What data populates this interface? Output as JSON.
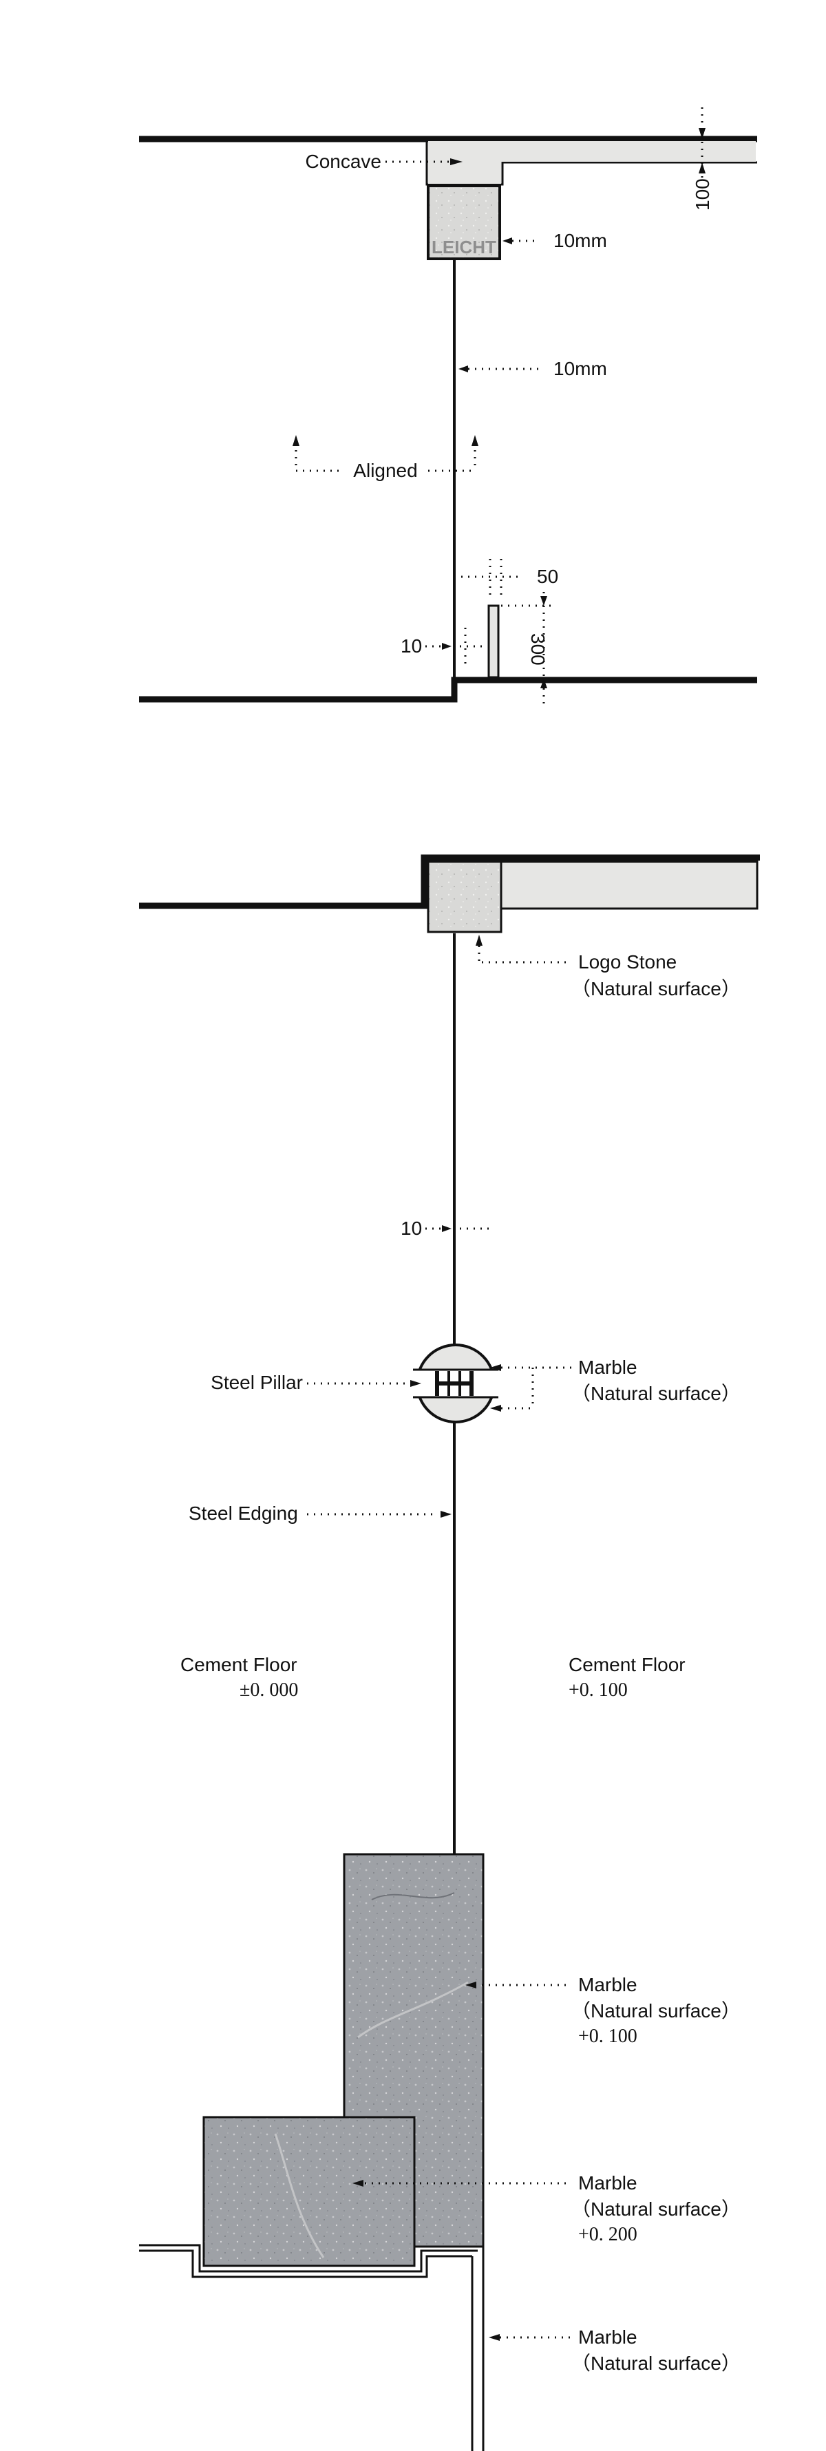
{
  "detail_top": {
    "concave_label": "Concave",
    "logo_text": "LEICHT",
    "dim_right_top": "10mm",
    "dim_gap": "10mm",
    "aligned_label": "Aligned",
    "dim_100": "100",
    "dim_50": "50",
    "dim_300": "300",
    "dim_10": "10"
  },
  "detail_bottom": {
    "logo_stone": {
      "line1": "Logo Stone",
      "line2": "（Natural surface）"
    },
    "dim_10": "10",
    "marble_top": {
      "line1": "Marble",
      "line2": "（Natural surface）"
    },
    "steel_pillar_label": "Steel Pillar",
    "steel_edging_label": "Steel Edging",
    "cement_floor_left": {
      "line1": "Cement Floor",
      "line2": "±0. 000"
    },
    "cement_floor_right": {
      "line1": "Cement Floor",
      "line2": "+0. 100"
    },
    "marble_upper": {
      "line1": "Marble",
      "line2": "（Natural surface）",
      "line3": "+0. 100"
    },
    "marble_lower": {
      "line1": "Marble",
      "line2": "（Natural surface）",
      "line3": "+0. 200"
    },
    "marble_bottom": {
      "line1": "Marble",
      "line2": "（Natural surface）"
    }
  },
  "colors": {
    "line": "#111111",
    "light_fill": "#e6e6e4",
    "stone_fill": "#9da0a5",
    "stone_light": "#d4d4d2"
  }
}
